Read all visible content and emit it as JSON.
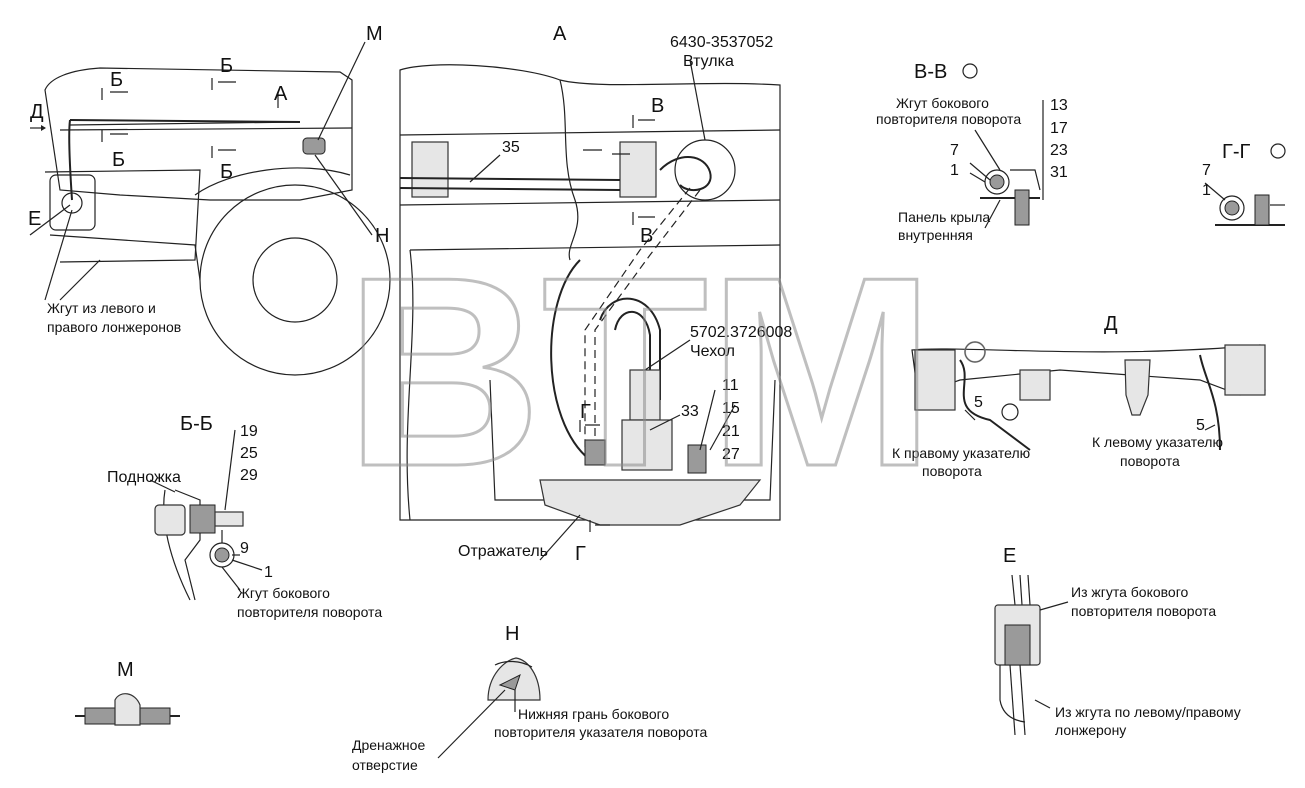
{
  "views": {
    "main_b1": "Б",
    "main_b2": "Б",
    "main_b3": "Б",
    "main_b4": "Б",
    "main_a": "А",
    "main_d": "Д",
    "main_e": "Е",
    "main_h": "Н",
    "main_m": "М",
    "harness_label": "Жгут из левого и\nправого лонжеронов",
    "a_title": "А",
    "a_part": "6430-3537052",
    "a_bushing": "Втулка",
    "a_v1": "В",
    "a_v2": "В",
    "a_35": "35",
    "a_g1": "Г",
    "a_g2": "Г",
    "a_lamp": "5702.3726008",
    "a_cover": "Чехол",
    "a_33": "33",
    "a_nums": [
      "11",
      "15",
      "21",
      "27"
    ],
    "a_reflector": "Отражатель",
    "vv_title": "В-В",
    "vv_harness": "Жгут бокового\nповторителя поворота",
    "vv_7": "7",
    "vv_1": "1",
    "vv_nums": [
      "13",
      "17",
      "23",
      "31"
    ],
    "vv_panel": "Панель крыла\nвнутренняя",
    "gg_title": "Г-Г",
    "gg_7": "7",
    "gg_1": "1",
    "bb_title": "Б-Б",
    "bb_nums": [
      "19",
      "25",
      "29"
    ],
    "bb_step": "Подножка",
    "bb_9": "9",
    "bb_1": "1",
    "bb_harness": "Жгут бокового\nповторителя поворота",
    "d_title": "Д",
    "d_5a": "5",
    "d_5b": "5",
    "d_right": "К правому указателю\nповорота",
    "d_left": "К левому указателю\nповорота",
    "e_title": "Е",
    "e_from_side": "Из жгута бокового\nповторителя поворота",
    "e_from_frame": "Из жгута по левому/правому\nлонжерону",
    "h_title": "Н",
    "h_edge": "Нижняя грань бокового\nповторителя указателя поворота",
    "h_drain": "Дренажное\nотверстие",
    "m_title": "М",
    "watermark": "BTM"
  }
}
